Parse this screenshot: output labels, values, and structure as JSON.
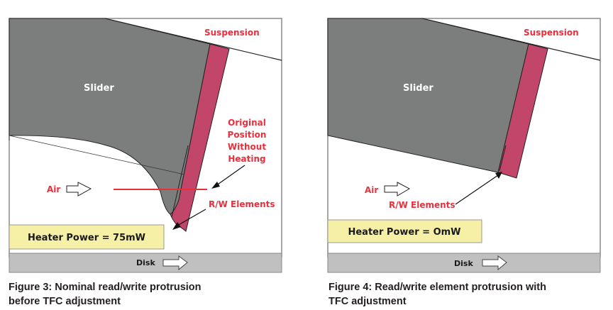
{
  "figures": [
    {
      "id": "figure-3",
      "labels": {
        "suspension": "Suspension",
        "slider": "Slider",
        "original_position": [
          "Original",
          "Position",
          "Without",
          "Heating"
        ],
        "air": "Air",
        "rw_elements": "R/W Elements",
        "heater_power": "Heater Power = 75mW",
        "disk": "Disk"
      },
      "caption": [
        "Figure 3: Nominal read/write protrusion",
        "before TFC adjustment"
      ]
    },
    {
      "id": "figure-4",
      "labels": {
        "suspension": "Suspension",
        "slider": "Slider",
        "air": "Air",
        "rw_elements": "R/W Elements",
        "heater_power": "Heater Power = OmW",
        "disk": "Disk"
      },
      "caption": [
        "Figure 4: Read/write element protrusion with",
        "TFC adjustment"
      ]
    }
  ],
  "colors": {
    "slider": "#7c7e7e",
    "suspension": "#c2456a",
    "label_red": "#e8303d",
    "heater_box": "#f6efa6",
    "disk": "#c0c0c0",
    "frame": "#8a8a8a"
  }
}
